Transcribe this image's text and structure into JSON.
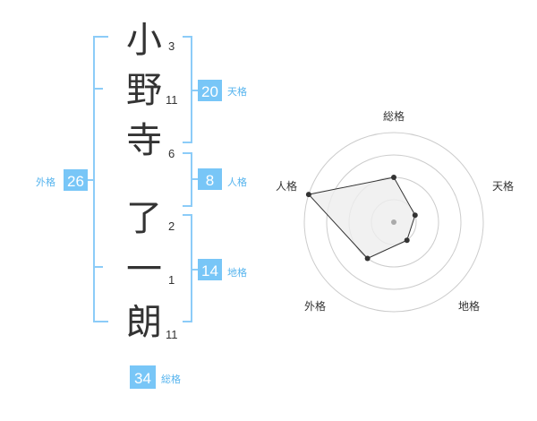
{
  "name": {
    "characters": [
      {
        "char": "小",
        "strokes": "3"
      },
      {
        "char": "野",
        "strokes": "11"
      },
      {
        "char": "寺",
        "strokes": "6"
      },
      {
        "char": "了",
        "strokes": "2"
      },
      {
        "char": "一",
        "strokes": "1"
      },
      {
        "char": "朗",
        "strokes": "11"
      }
    ]
  },
  "fortunes": {
    "tenkaku": {
      "value": "20",
      "label": "天格"
    },
    "jinkaku": {
      "value": "8",
      "label": "人格"
    },
    "chikaku": {
      "value": "14",
      "label": "地格"
    },
    "gaikaku": {
      "value": "26",
      "label": "外格"
    },
    "soukaku": {
      "value": "34",
      "label": "総格"
    }
  },
  "radar": {
    "axes": [
      "総格",
      "天格",
      "地格",
      "外格",
      "人格"
    ],
    "levels": 4,
    "values": [
      0.5,
      0.25,
      0.25,
      0.5,
      1.0
    ],
    "colors": {
      "grid": "#cccccc",
      "fill": "#eeeeee",
      "line": "#333333",
      "point": "#333333",
      "center": "#aaaaaa"
    }
  },
  "colors": {
    "accent": "#78c6f7",
    "bracket": "#8cccf8",
    "label": "#56b4ee"
  }
}
